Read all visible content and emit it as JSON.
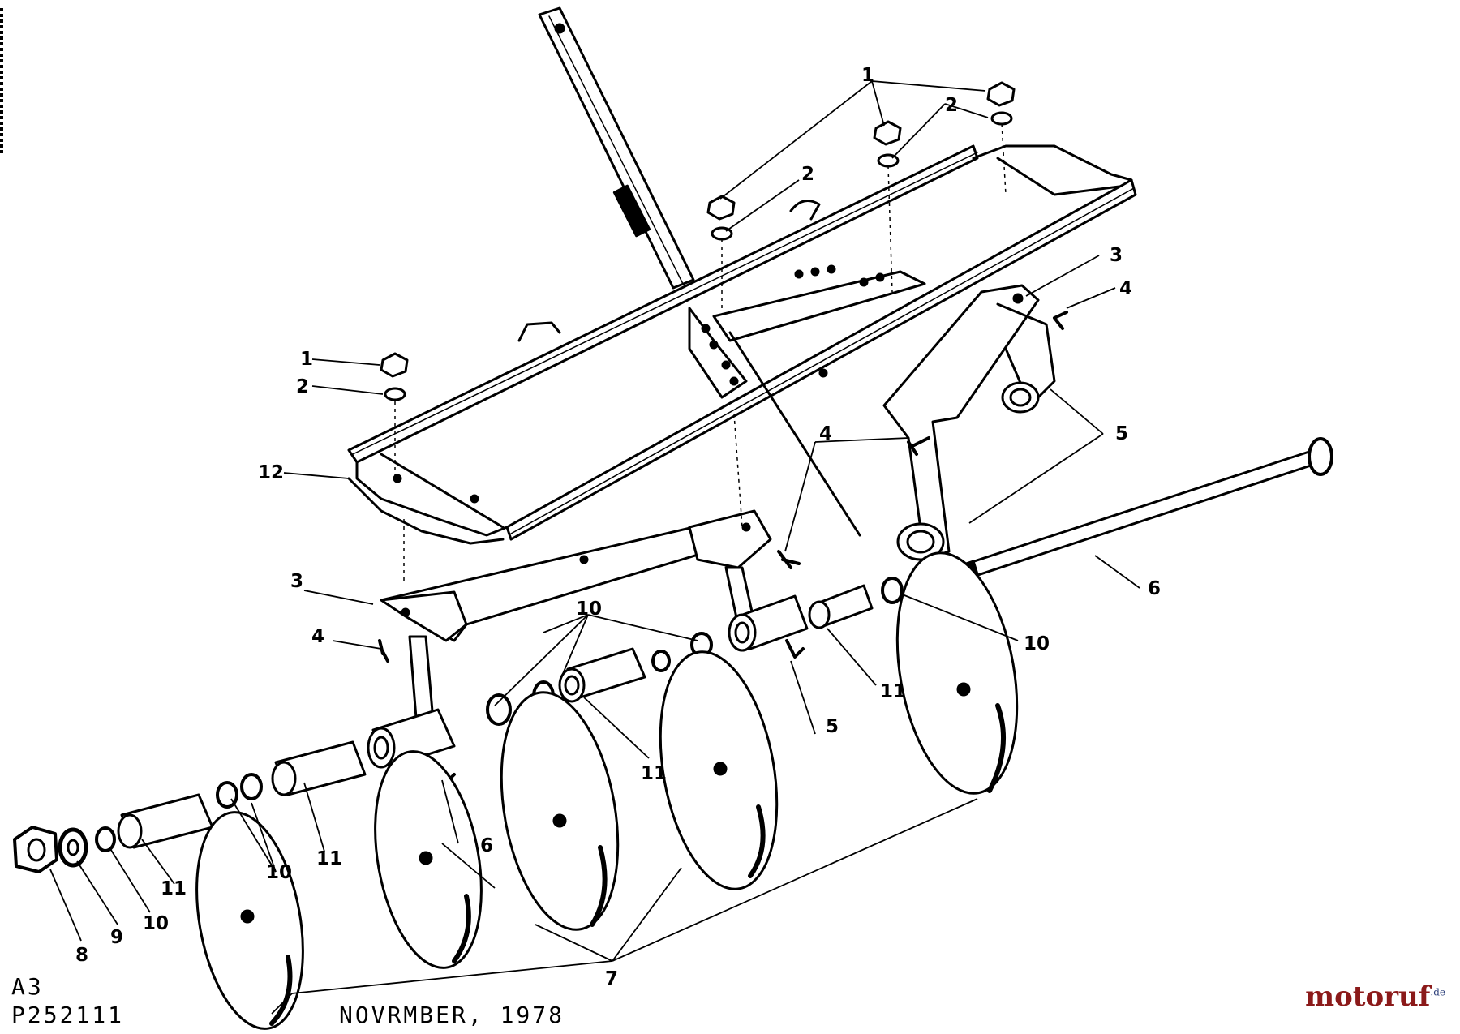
{
  "parts_diagram": {
    "callouts": [
      {
        "id": "c1a",
        "text": "1"
      },
      {
        "id": "c1b",
        "text": "1"
      },
      {
        "id": "c2a",
        "text": "2"
      },
      {
        "id": "c2b",
        "text": "2"
      },
      {
        "id": "c2c",
        "text": "2"
      },
      {
        "id": "c3a",
        "text": "3"
      },
      {
        "id": "c3b",
        "text": "3"
      },
      {
        "id": "c4a",
        "text": "4"
      },
      {
        "id": "c4b",
        "text": "4"
      },
      {
        "id": "c4c",
        "text": "4"
      },
      {
        "id": "c5a",
        "text": "5"
      },
      {
        "id": "c5b",
        "text": "5"
      },
      {
        "id": "c6a",
        "text": "6"
      },
      {
        "id": "c6b",
        "text": "6"
      },
      {
        "id": "c7",
        "text": "7"
      },
      {
        "id": "c8",
        "text": "8"
      },
      {
        "id": "c9",
        "text": "9"
      },
      {
        "id": "c10a",
        "text": "10"
      },
      {
        "id": "c10b",
        "text": "10"
      },
      {
        "id": "c10c",
        "text": "10"
      },
      {
        "id": "c10d",
        "text": "10"
      },
      {
        "id": "c11a",
        "text": "11"
      },
      {
        "id": "c11b",
        "text": "11"
      },
      {
        "id": "c11c",
        "text": "11"
      },
      {
        "id": "c11d",
        "text": "11"
      },
      {
        "id": "c12",
        "text": "12"
      }
    ]
  },
  "footer": {
    "section_code": "A3",
    "part_number": "P252111",
    "date": "NOVRMBER, 1978"
  },
  "watermark": {
    "brand": "motoruf",
    "suffix": ".de"
  }
}
